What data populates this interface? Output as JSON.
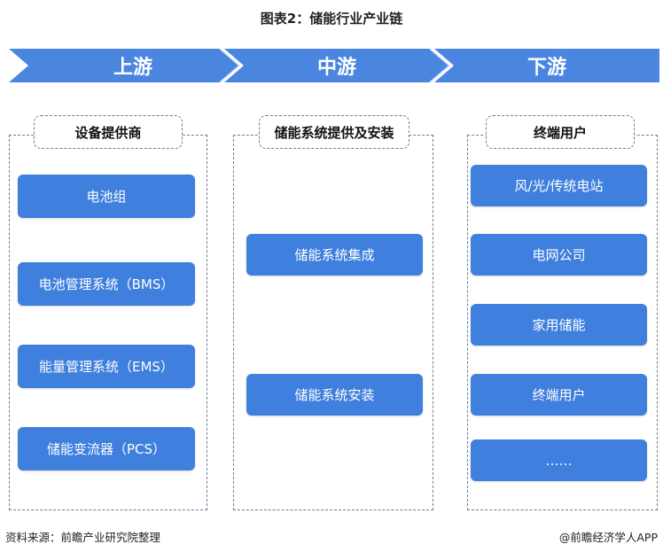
{
  "title": "图表2：储能行业产业链",
  "stages": {
    "upstream": "上游",
    "midstream": "中游",
    "downstream": "下游"
  },
  "columns": {
    "left": {
      "header": "设备提供商",
      "items": [
        "电池组",
        "电池管理系统（BMS）",
        "能量管理系统（EMS）",
        "储能变流器（PCS）"
      ]
    },
    "middle": {
      "header": "储能系统提供及安装",
      "items": [
        "储能系统集成",
        "储能系统安装"
      ]
    },
    "right": {
      "header": "终端用户",
      "items": [
        "风/光/传统电站",
        "电网公司",
        "家用储能",
        "终端用户",
        "……"
      ]
    }
  },
  "footer": {
    "source": "资料来源：前瞻产业研究院整理",
    "credit": "@前瞻经济学人APP"
  },
  "colors": {
    "banner": "#4a86e0",
    "pill": "#3f7fdd",
    "dash": "#6f7c9a"
  }
}
